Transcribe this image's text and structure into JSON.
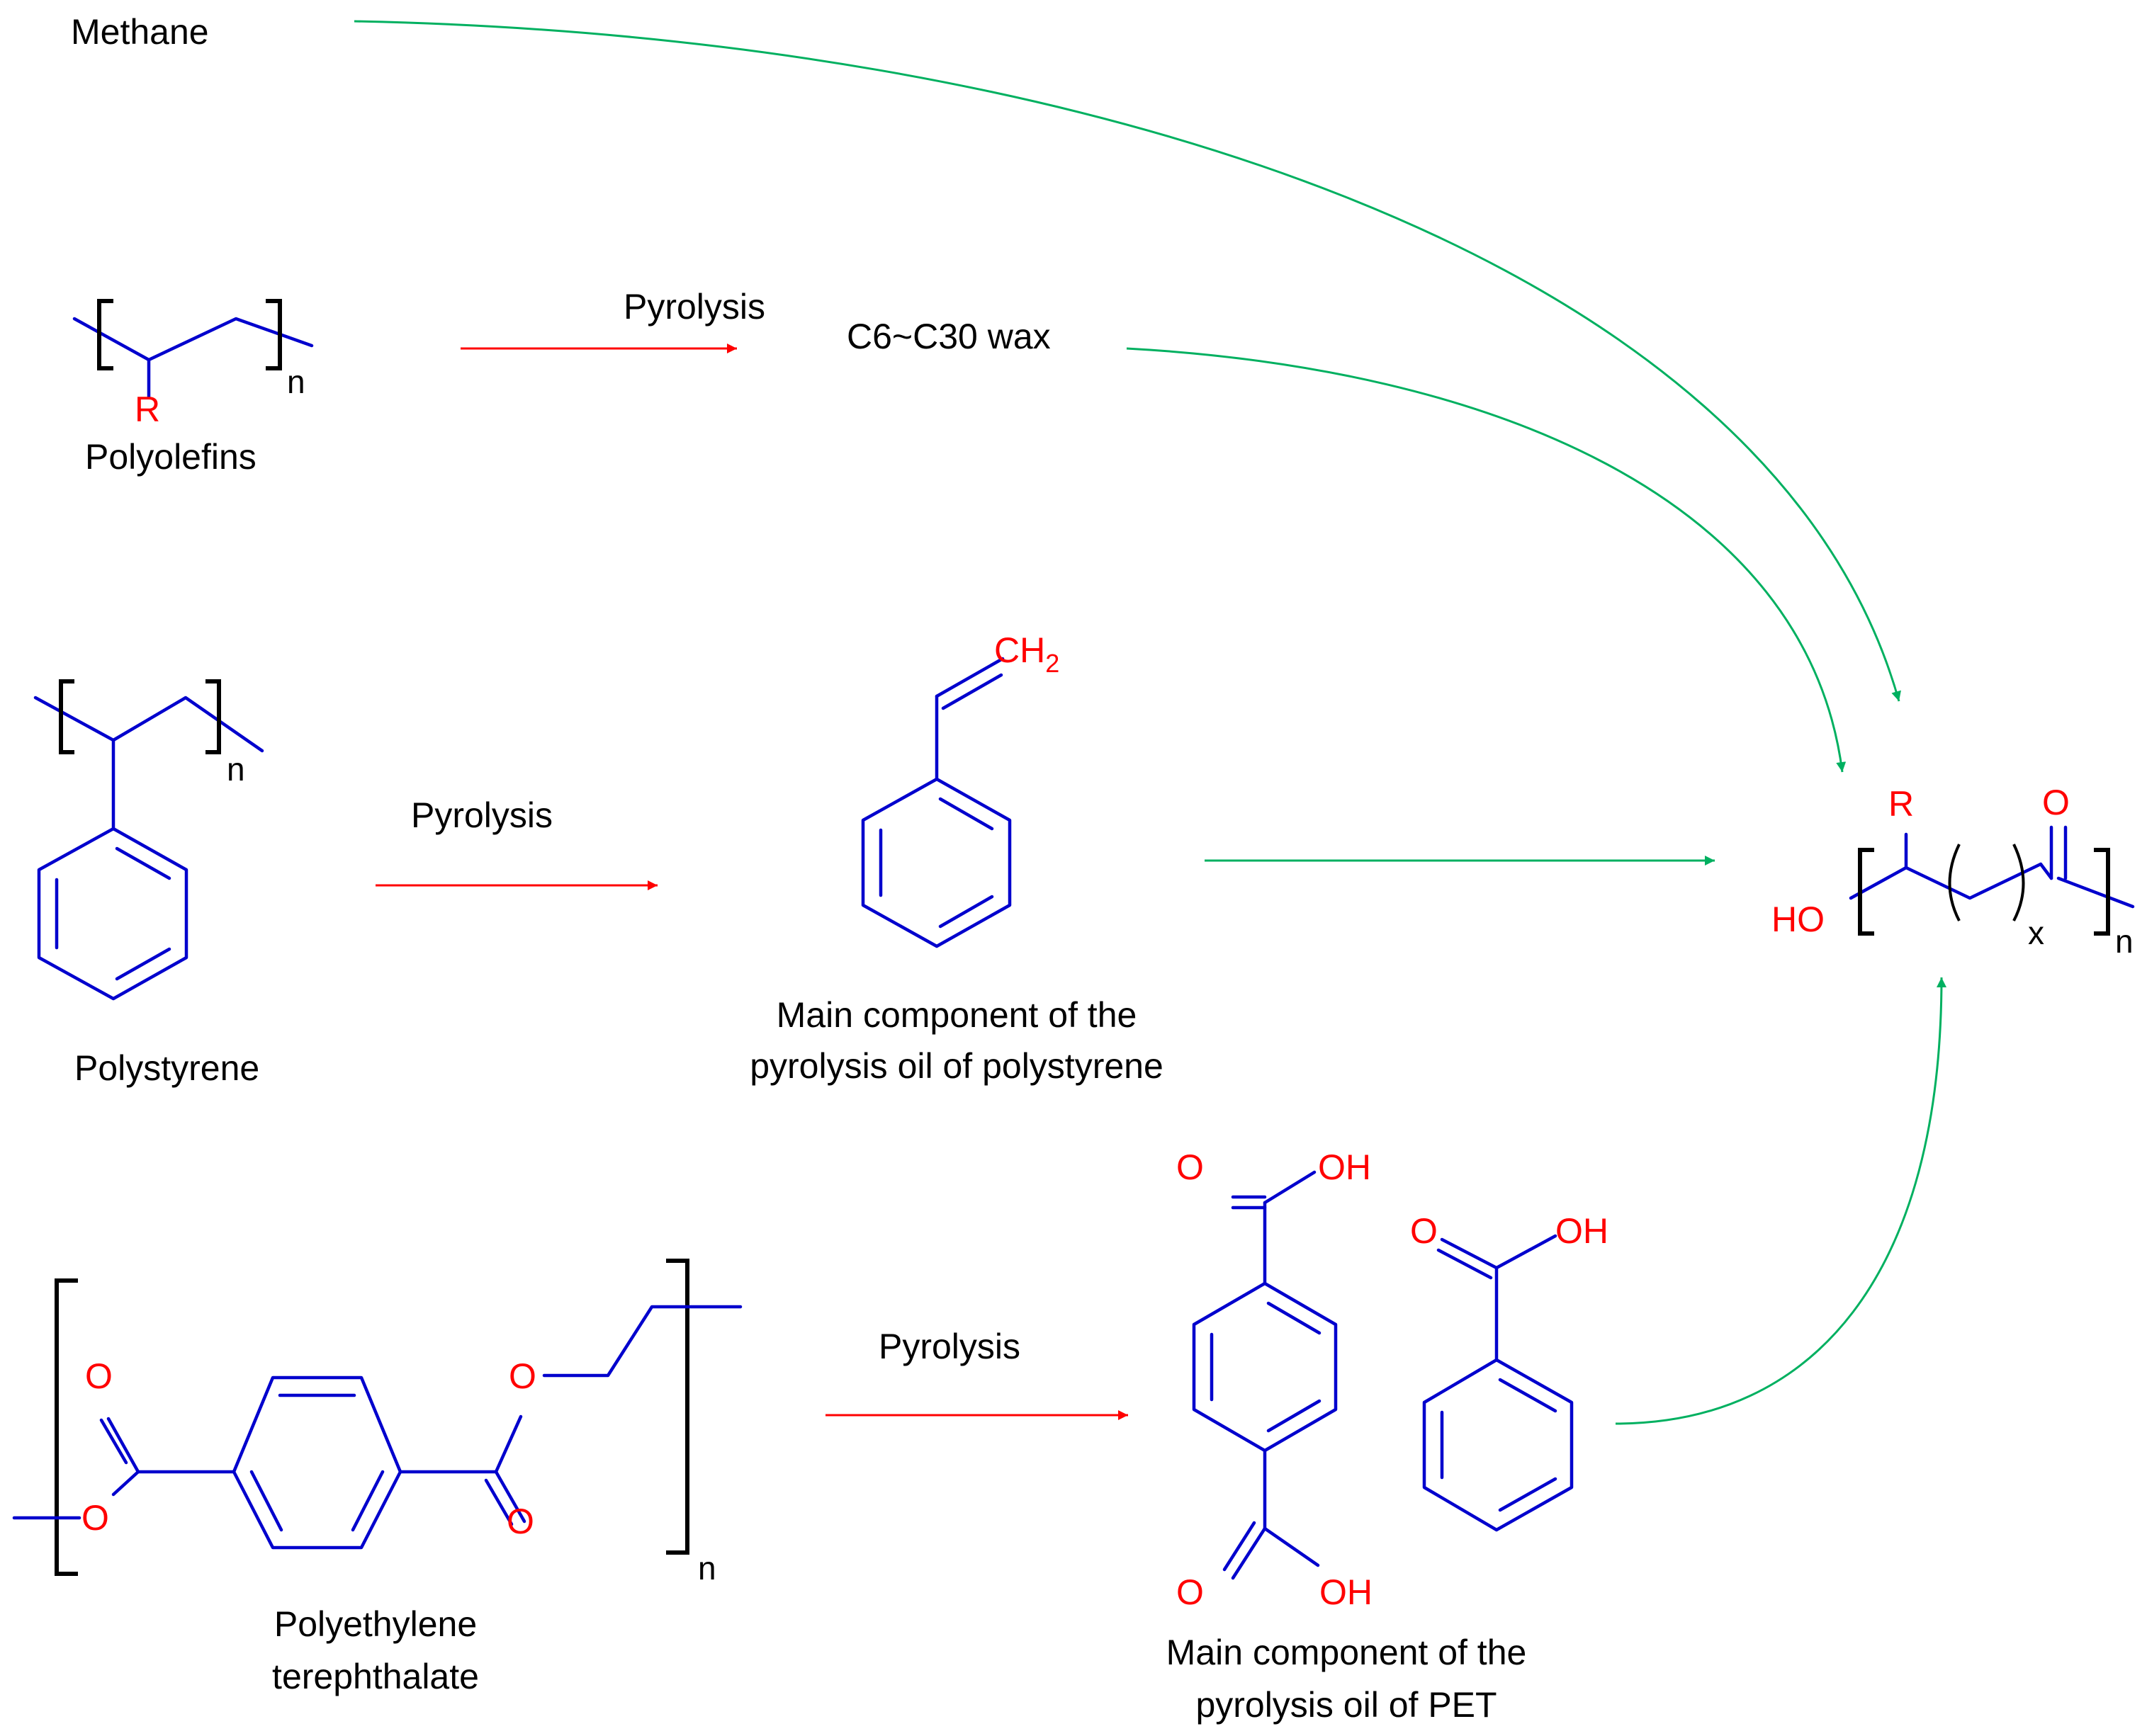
{
  "labels": {
    "methane": "Methane",
    "polyolefins": "Polyolefins",
    "wax": "C6~C30 wax",
    "polystyrene": "Polystyrene",
    "ps_oil_line1": "Main component of the",
    "ps_oil_line2": "pyrolysis oil of polystyrene",
    "pet_line1": "Polyethylene",
    "pet_line2": "terephthalate",
    "pet_oil_line1": "Main component of the",
    "pet_oil_line2": "pyrolysis oil of PET"
  },
  "reactions": {
    "pyrolysis_1": "Pyrolysis",
    "pyrolysis_2": "Pyrolysis",
    "pyrolysis_3": "Pyrolysis"
  },
  "atoms": {
    "r": "R",
    "ch": "CH",
    "two": "2",
    "o": "O",
    "oh": "OH",
    "ho": "HO",
    "n": "n",
    "x": "x"
  },
  "colors": {
    "bond": "#0000cd",
    "heteroatom": "#ff0000",
    "pyrolysis_arrow": "#ff0000",
    "conversion_arrow": "#00b060",
    "text": "#000000"
  }
}
